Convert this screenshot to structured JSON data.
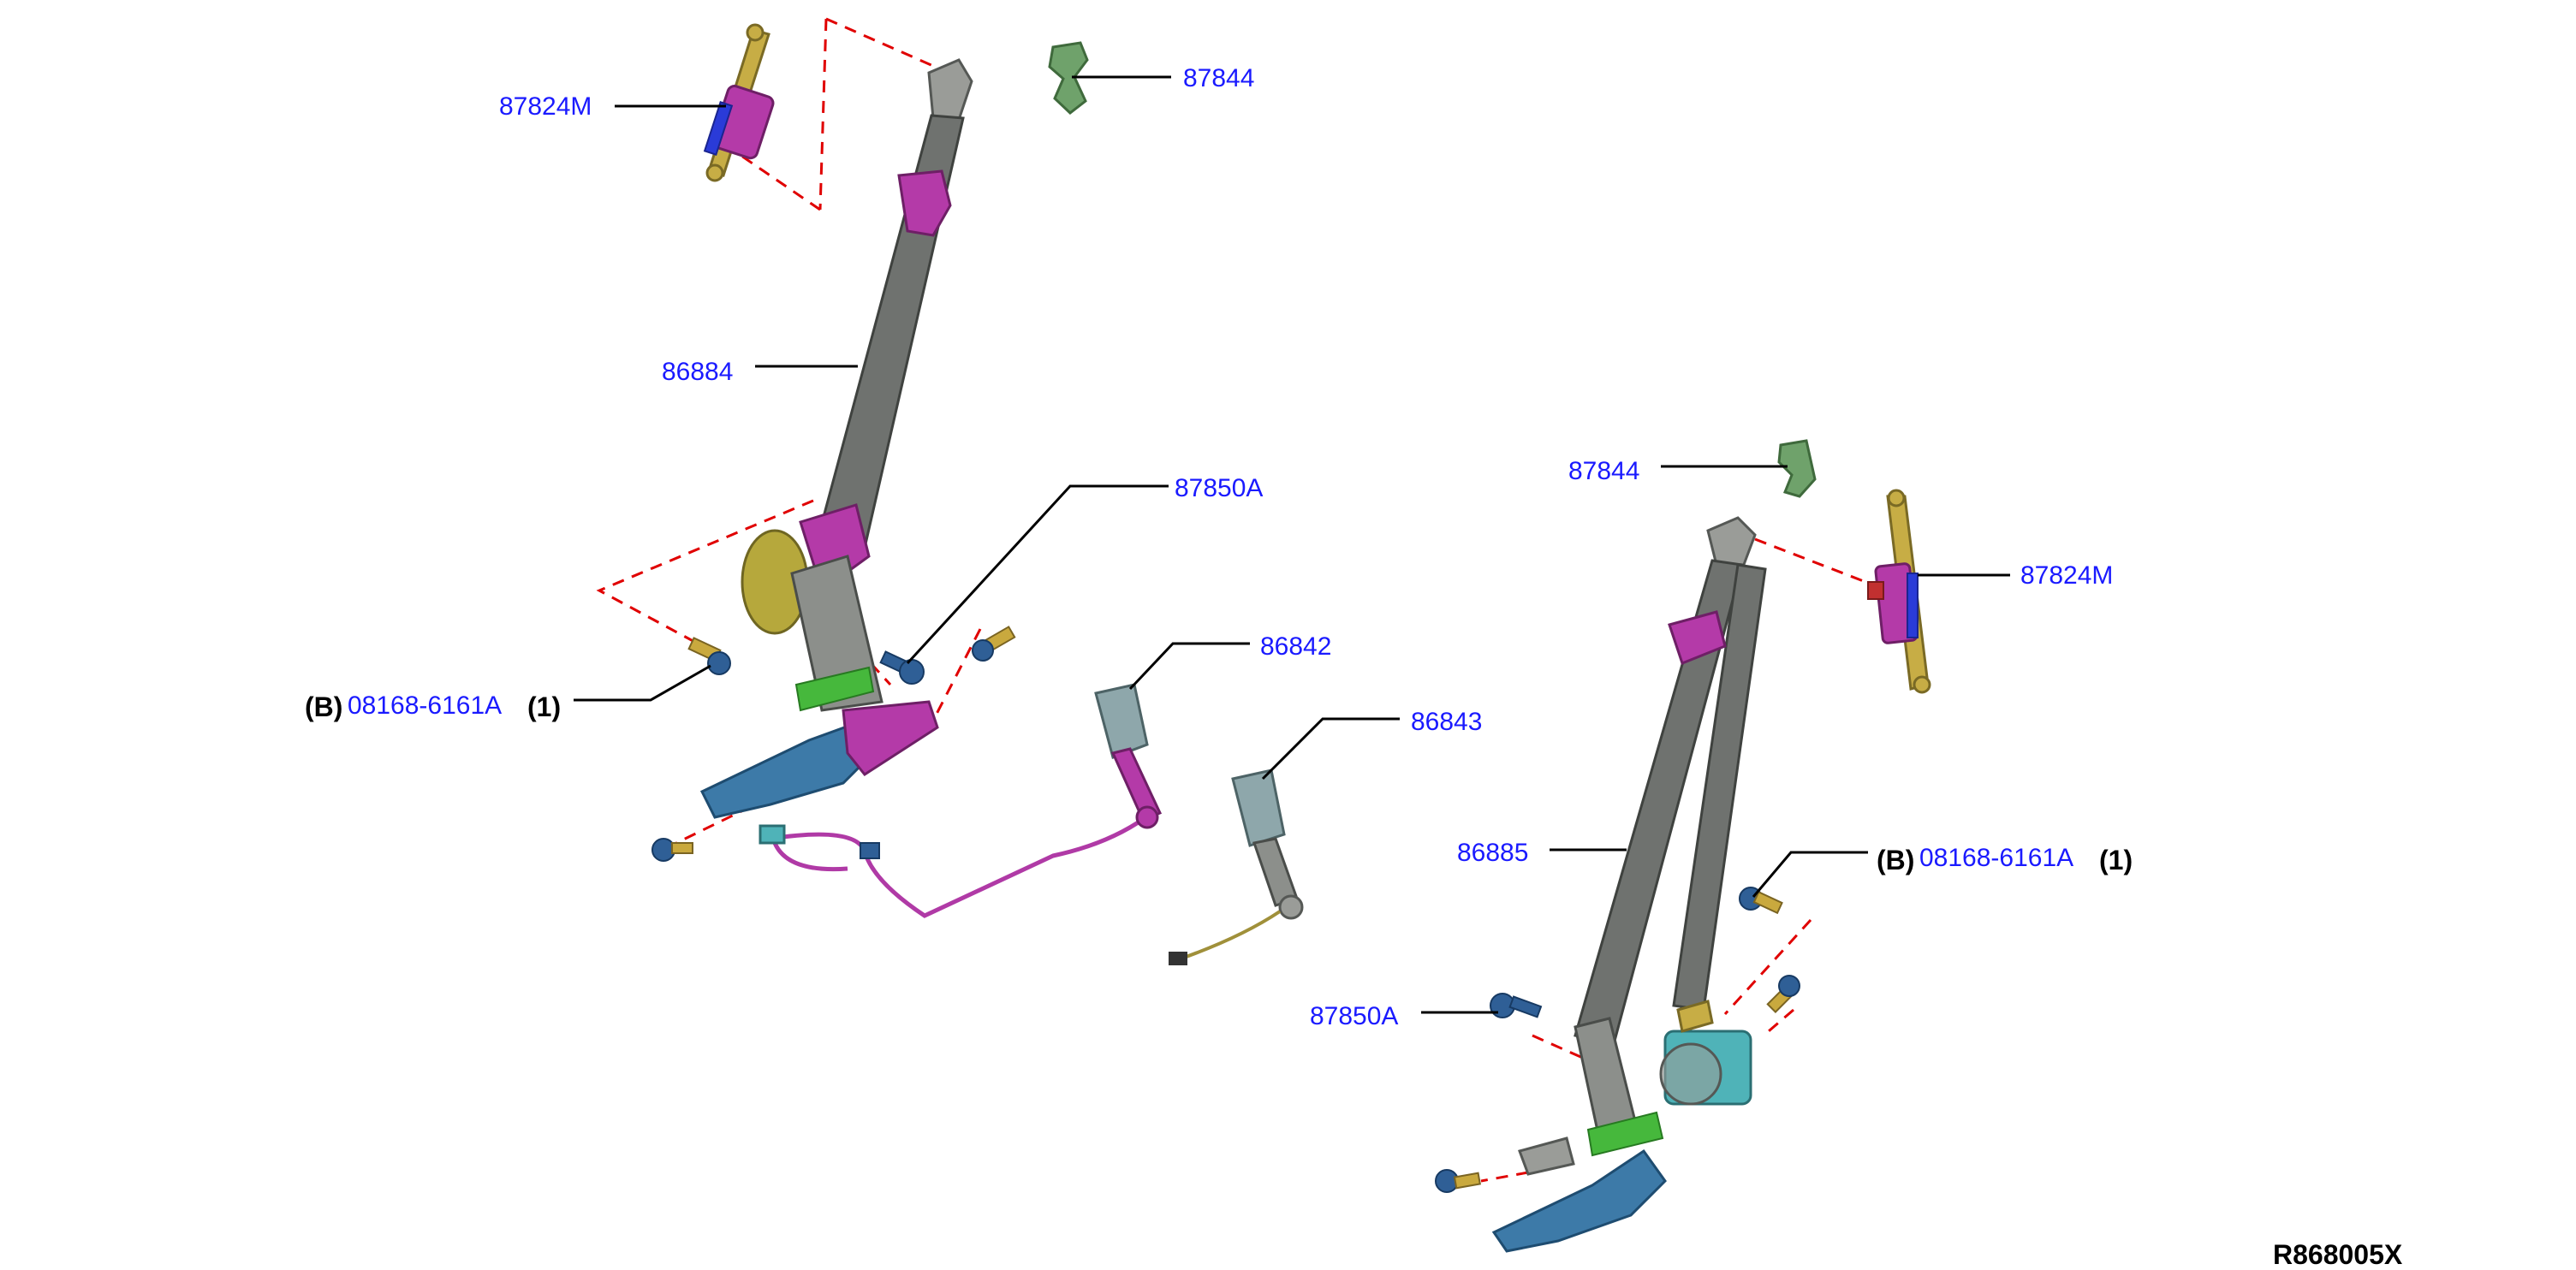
{
  "labels": {
    "left_87824M": "87824M",
    "left_87844": "87844",
    "left_86884": "86884",
    "left_87850A": "87850A",
    "left_bolt_mark": "(B)",
    "left_bolt_part": "08168-6161A",
    "left_bolt_qty": "(1)",
    "part_86842": "86842",
    "part_86843": "86843",
    "right_87844": "87844",
    "right_87824M": "87824M",
    "right_86885": "86885",
    "right_87850A": "87850A",
    "right_bolt_mark": "(B)",
    "right_bolt_part": "08168-6161A",
    "right_bolt_qty": "(1)",
    "reference_code": "R868005X"
  },
  "colors": {
    "part_number_text": "#1a1aff",
    "leader_line": "#000000",
    "hidden_line": "#e00000",
    "webbing": "#6f726f",
    "guide": "#b43aa8",
    "retractor_base": "#3d7aa8",
    "height_adjuster": "#c7ad45",
    "clip": "#6fa26b"
  }
}
